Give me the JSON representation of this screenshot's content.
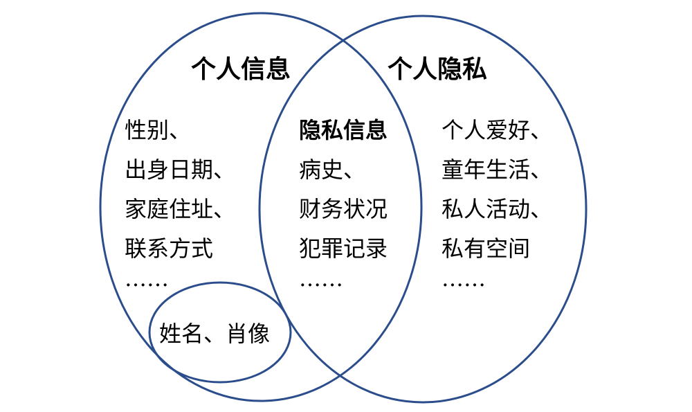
{
  "colors": {
    "stroke": "#2b4d8c"
  },
  "sets": {
    "personal_info": {
      "title": "个人信息",
      "items": [
        "性别、",
        "出身日期、",
        "家庭住址、",
        "联系方式",
        "……"
      ]
    },
    "personal_privacy": {
      "title": "个人隐私",
      "items": [
        "个人爱好、",
        "童年生活、",
        "私人活动、",
        "私有空间",
        "……"
      ]
    },
    "intersection": {
      "title": "隐私信息",
      "items": [
        "病史、",
        "财务状况",
        "犯罪记录",
        "……"
      ]
    },
    "subset": {
      "label": "姓名、肖像"
    }
  }
}
